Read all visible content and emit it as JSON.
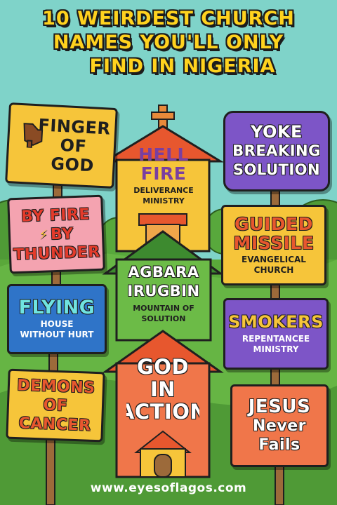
{
  "title": {
    "line1": "10 WEIRDEST CHURCH",
    "line2": "NAMES YOU'LL ONLY",
    "line3": "FIND IN NIGERIA"
  },
  "signs": {
    "finger_of_god": {
      "line1": "FINGER",
      "line2": "OF",
      "line3": "GOD"
    },
    "hell_fire": {
      "line1": "HELL",
      "line2": "FIRE",
      "sub1": "DELIVERANCE",
      "sub2": "MINISTRY"
    },
    "yoke": {
      "line1": "YOKE",
      "line2": "BREAKING",
      "line3": "SOLUTION"
    },
    "by_fire": {
      "line1": "BY FIRE",
      "line2": "BY",
      "line3": "THUNDER"
    },
    "guided_missile": {
      "line1": "GUIDED",
      "line2": "MISSILE",
      "sub1": "EVANGELICAL",
      "sub2": "CHURCH"
    },
    "agbara": {
      "line1": "AGBARA",
      "line2": "IRUGBIN",
      "sub1": "MOUNTAIN OF",
      "sub2": "SOLUTION"
    },
    "flying": {
      "line1": "FLYING",
      "sub1": "HOUSE",
      "sub2": "WITHOUT HURT"
    },
    "smokers": {
      "line1": "SMOKERS",
      "sub1": "REPENTANCEE",
      "sub2": "MINISTRY"
    },
    "demons": {
      "line1": "DEMONS",
      "line2": "OF",
      "line3": "CANCER"
    },
    "god_in_action": {
      "line1": "GOD",
      "line2": "IN",
      "line3": "ACTION"
    },
    "jesus": {
      "line1": "JESUS",
      "line2": "Never",
      "line3": "Fails"
    }
  },
  "footer": {
    "website": "www.eyesoflagos.com"
  },
  "colors": {
    "sky": "#7fd3c9",
    "title": "#ffd21e",
    "grass": "#5aa83a",
    "outline": "#1f1f1f"
  },
  "icons": [
    "pointing-hand-icon",
    "lightning-icon",
    "cross-icon"
  ]
}
